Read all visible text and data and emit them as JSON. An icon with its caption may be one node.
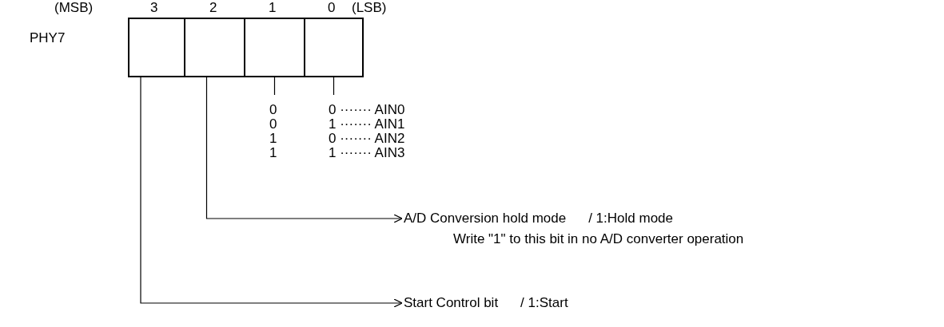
{
  "diagram": {
    "nodes": [
      {
        "text": [],
        "shape": "box"
      },
      {
        "text": [],
        "shape": "box"
      },
      {
        "text": [],
        "shape": "box"
      },
      {
        "text": [],
        "shape": "box"
      },
      {
        "text": [
          "A/D Conversion hold mode",
          "/ 1:Hold mode"
        ],
        "beside": [
          "Write \"1\" to this bit in no A/D converter operation"
        ]
      },
      {
        "text": [
          "Start Control bit",
          "/ 1:Start"
        ]
      }
    ],
    "edges": [
      {
        "from": 0,
        "to": 5,
        "arrow": "to"
      },
      {
        "from": 1,
        "to": 4,
        "arrow": "to"
      },
      {
        "from": 2,
        "to": null,
        "arrow": "none"
      },
      {
        "from": 3,
        "to": null,
        "arrow": "none"
      }
    ],
    "labels": [
      "(MSB)",
      "3",
      "2",
      "1",
      "0",
      "(LSB)",
      "PHY7",
      "0",
      "0 ······· AIN0",
      "0",
      "1 ······· AIN1",
      "1",
      "0 ······· AIN2",
      "1",
      "1 ······· AIN3"
    ]
  }
}
